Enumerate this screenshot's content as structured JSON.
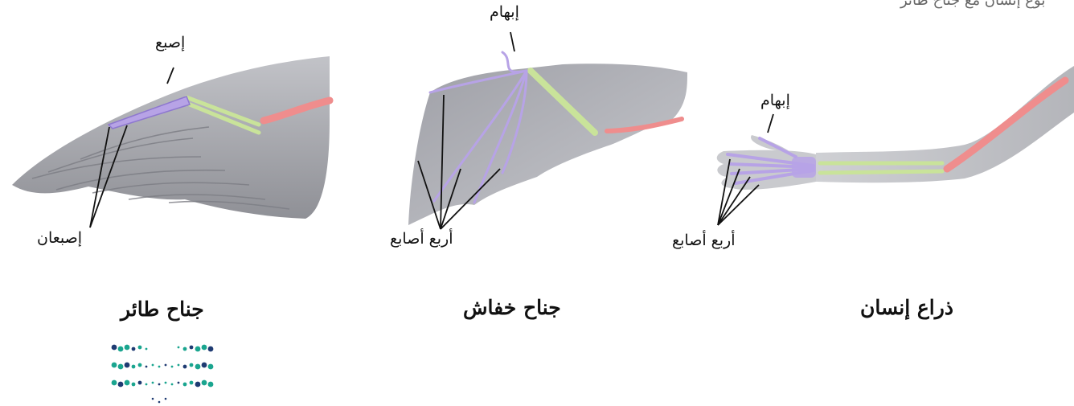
{
  "top_note": "بوع إنسان مع جناح طائر",
  "panels": {
    "bird": {
      "caption": "جناح طائر",
      "label_top": "إصبع",
      "label_bottom": "إصبعان"
    },
    "bat": {
      "caption": "جناح خفاش",
      "label_top": "إبهام",
      "label_bottom": "أربع أصابع"
    },
    "human": {
      "caption": "ذراع إنسان",
      "label_top": "إبهام",
      "label_bottom": "أربع أصابع"
    }
  },
  "colors": {
    "membrane": "#a9aab0",
    "finger_bones": "#b7a3e6",
    "forearm_bones": "#c9e39a",
    "upper_bones": "#ef8d8d",
    "logo_teal": "#1aa58f",
    "logo_navy": "#1f3b72"
  }
}
